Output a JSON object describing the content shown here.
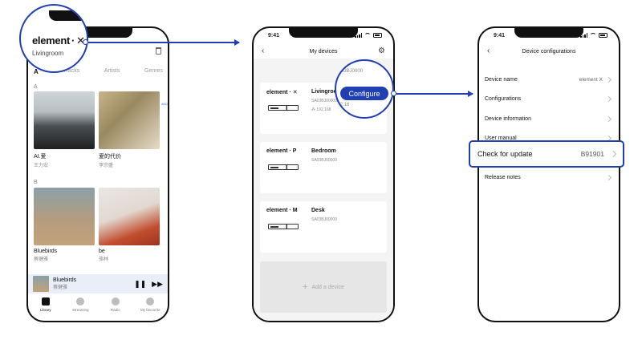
{
  "status_time": "9:41",
  "library": {
    "brand_prefix": "element",
    "brand_suffix": "✕",
    "room": "Livingroom",
    "tabs": [
      "A",
      "Tracks",
      "Artists",
      "Genres"
    ],
    "sections": [
      "A",
      "B"
    ],
    "albums": [
      {
        "title": "AI.爱",
        "artist": "王力宏"
      },
      {
        "title": "爱的代价",
        "artist": "李宗盛"
      },
      {
        "title": "Bluebirds",
        "artist": "蔡健雅"
      },
      {
        "title": "be",
        "artist": "骆林"
      }
    ],
    "index_letters": "ABCDEFGHIJKLMNOPQRSTUVWXYZ#",
    "now_playing": {
      "title": "Bluebirds",
      "artist": "蔡健雅",
      "pause": "❚❚",
      "next": "▶▶"
    },
    "bottom_nav": [
      {
        "label": "Library"
      },
      {
        "label": "Streaming"
      },
      {
        "label": "Radio"
      },
      {
        "label": "My favourite"
      }
    ]
  },
  "devices": {
    "title": "My devices",
    "back": "‹",
    "gear": "⚙",
    "list": [
      {
        "logo_prefix": "element",
        "logo_suffix": "✕",
        "name": "Livingroom",
        "serial": "SA03BJ00000",
        "ip": "⁂ 192.168"
      },
      {
        "logo_prefix": "element",
        "logo_suffix": "P",
        "name": "Bedroom",
        "serial": "SA03BJ00000",
        "ip": ""
      },
      {
        "logo_prefix": "element",
        "logo_suffix": "M",
        "name": "Desk",
        "serial": "SA03BJ00000",
        "ip": ""
      }
    ],
    "add_plus": "+",
    "add_label": "Add a device",
    "configure_label": "Configure",
    "peek_serial": "SA03BJ0000",
    "peek_ip": "192.16"
  },
  "config": {
    "title": "Device configurations",
    "back": "‹",
    "rows": [
      {
        "label": "Device name",
        "value": "element X"
      },
      {
        "label": "Configurations",
        "value": ""
      },
      {
        "label": "Device information",
        "value": ""
      },
      {
        "label": "User manual",
        "value": ""
      },
      {
        "label": "Check for update",
        "value": "B91901"
      },
      {
        "label": "Release notes",
        "value": ""
      }
    ]
  },
  "colors": {
    "accent": "#1f3fb3"
  }
}
